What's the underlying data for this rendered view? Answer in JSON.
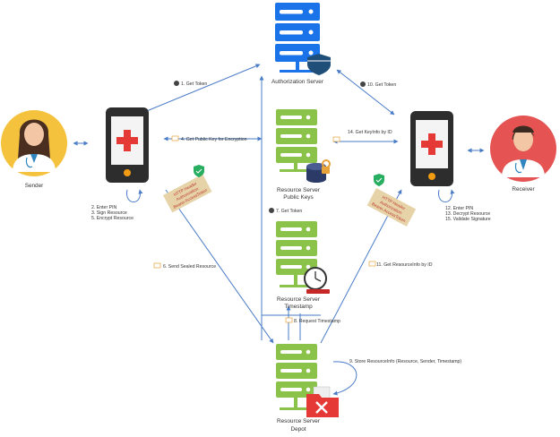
{
  "nodes": {
    "authorization_server": "Authorization Server",
    "resource_server_public_keys": [
      "Resource Server",
      "Public Keys"
    ],
    "resource_server_timestamp": [
      "Resource Server",
      "Timestamp"
    ],
    "resource_server_depot": [
      "Resource Server",
      "Depot"
    ],
    "sender": "Sender",
    "receiver": "Receiver"
  },
  "steps": {
    "s1": "1. Get Token",
    "s4": "4. Get Public Key for Encryption",
    "s6": "6. Send Sealed Resource",
    "s7": "7. Get Token",
    "s8": "8. Request Timestamp",
    "s9": "9. Store ResourceInfo (Resource, Sender, Timestamp)",
    "s10": "10. Get Token",
    "s11": "11. Get ResourceInfo by ID",
    "s14": "14. Get KeyInfo by ID"
  },
  "sender_actions": [
    "2. Enter PIN",
    "3. Sign Resource",
    "5. Encrypt Resource"
  ],
  "receiver_actions": [
    "12. Enter PIN",
    "13. Decrypt Resource",
    "15. Validate Signature"
  ],
  "header_tags": {
    "sender": [
      "HTTP Header",
      "Authorization:",
      "Bearer AccessToken"
    ],
    "receiver": [
      "HTTP Header",
      "Authorization:",
      "Bearer AccessToken"
    ]
  },
  "colors": {
    "server_blue": "#1a73e8",
    "server_green": "#8bc34a",
    "arrow": "#4a7cc7",
    "phone": "#2d2d2d",
    "medical_red": "#e53935",
    "sender_bg": "#f5c23e",
    "receiver_bg": "#e55353",
    "tag_bg": "#e6d3a8"
  }
}
